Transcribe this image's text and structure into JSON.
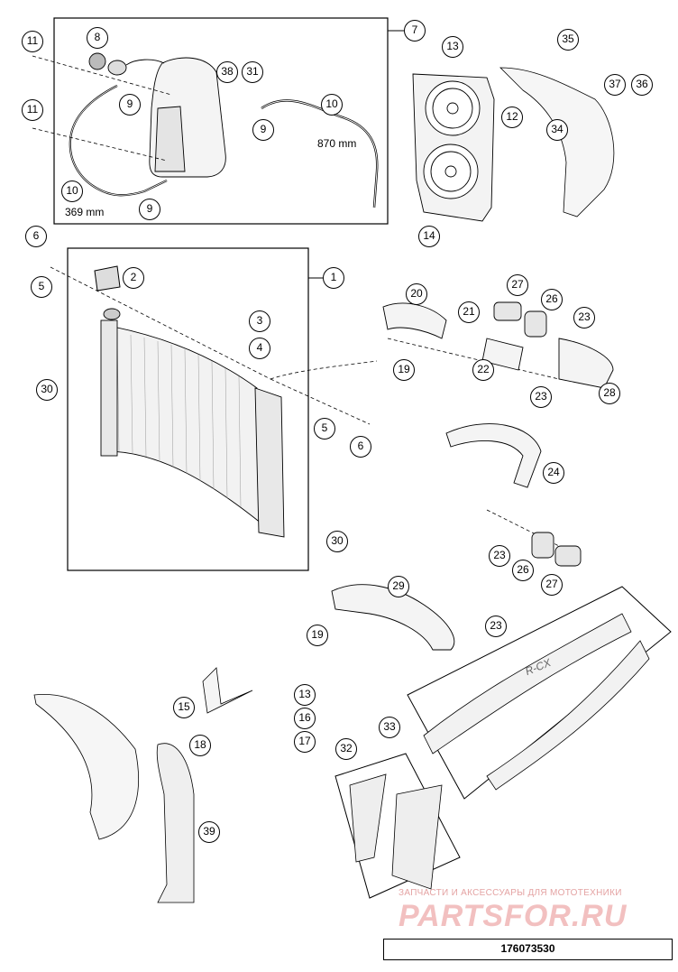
{
  "diagram": {
    "callouts": [
      {
        "id": "c7",
        "label": "7"
      },
      {
        "id": "c8",
        "label": "8"
      },
      {
        "id": "c11a",
        "label": "11"
      },
      {
        "id": "c11b",
        "label": "11"
      },
      {
        "id": "c9a",
        "label": "9"
      },
      {
        "id": "c38",
        "label": "38"
      },
      {
        "id": "c31",
        "label": "31"
      },
      {
        "id": "c10a",
        "label": "10"
      },
      {
        "id": "c9b",
        "label": "9"
      },
      {
        "id": "c10b",
        "label": "10"
      },
      {
        "id": "c9c",
        "label": "9"
      },
      {
        "id": "c13a",
        "label": "13"
      },
      {
        "id": "c12",
        "label": "12"
      },
      {
        "id": "c14",
        "label": "14"
      },
      {
        "id": "c35",
        "label": "35"
      },
      {
        "id": "c37",
        "label": "37"
      },
      {
        "id": "c36",
        "label": "36"
      },
      {
        "id": "c34",
        "label": "34"
      },
      {
        "id": "c6a",
        "label": "6"
      },
      {
        "id": "c5a",
        "label": "5"
      },
      {
        "id": "c2",
        "label": "2"
      },
      {
        "id": "c1",
        "label": "1"
      },
      {
        "id": "c3",
        "label": "3"
      },
      {
        "id": "c4",
        "label": "4"
      },
      {
        "id": "c30a",
        "label": "30"
      },
      {
        "id": "c5b",
        "label": "5"
      },
      {
        "id": "c6b",
        "label": "6"
      },
      {
        "id": "c30b",
        "label": "30"
      },
      {
        "id": "c20",
        "label": "20"
      },
      {
        "id": "c21",
        "label": "21"
      },
      {
        "id": "c27a",
        "label": "27"
      },
      {
        "id": "c26a",
        "label": "26"
      },
      {
        "id": "c23a",
        "label": "23"
      },
      {
        "id": "c19a",
        "label": "19"
      },
      {
        "id": "c22",
        "label": "22"
      },
      {
        "id": "c23b",
        "label": "23"
      },
      {
        "id": "c28",
        "label": "28"
      },
      {
        "id": "c24",
        "label": "24"
      },
      {
        "id": "c23c",
        "label": "23"
      },
      {
        "id": "c26b",
        "label": "26"
      },
      {
        "id": "c27b",
        "label": "27"
      },
      {
        "id": "c29",
        "label": "29"
      },
      {
        "id": "c19b",
        "label": "19"
      },
      {
        "id": "c23d",
        "label": "23"
      },
      {
        "id": "c33",
        "label": "33"
      },
      {
        "id": "c15",
        "label": "15"
      },
      {
        "id": "c13b",
        "label": "13"
      },
      {
        "id": "c16",
        "label": "16"
      },
      {
        "id": "c17",
        "label": "17"
      },
      {
        "id": "c18",
        "label": "18"
      },
      {
        "id": "c32",
        "label": "32"
      },
      {
        "id": "c39",
        "label": "39"
      }
    ],
    "dimensions": {
      "hose_long": "870 mm",
      "hose_short": "369 mm"
    },
    "part_badge_text": "R-CX"
  },
  "watermark": {
    "tagline": "ЗАПЧАСТИ И АКСЕССУАРЫ ДЛЯ МОТОТЕХНИКИ",
    "brand": "PARTSFOR.RU"
  },
  "document_number": "176073530"
}
